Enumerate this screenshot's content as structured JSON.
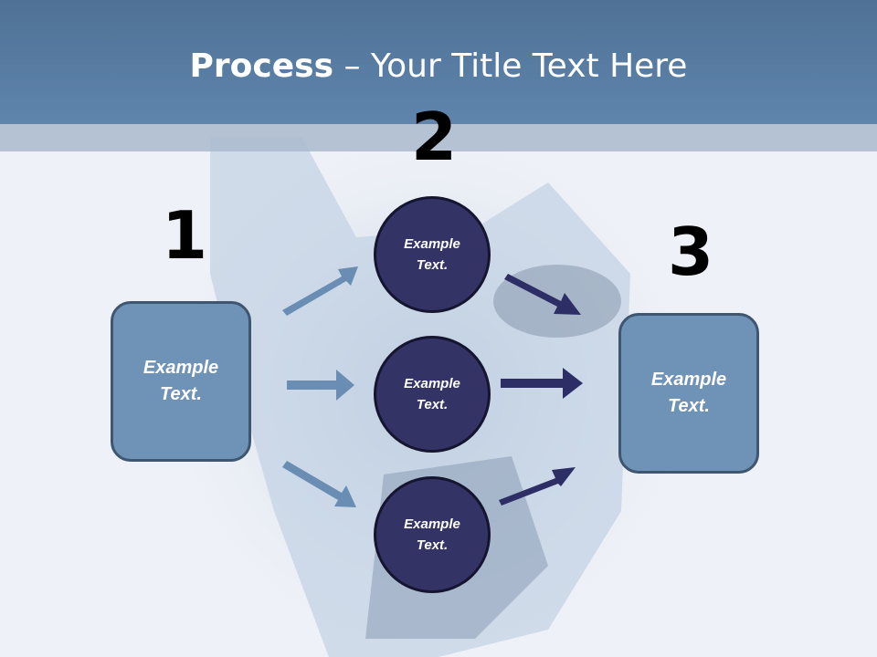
{
  "title": {
    "bold": "Process",
    "separator": "–",
    "rest": "Your Title Text Here"
  },
  "steps": [
    {
      "number": "1"
    },
    {
      "number": "2"
    },
    {
      "number": "3"
    }
  ],
  "left_box": {
    "line1": "Example",
    "line2": "Text."
  },
  "circles": [
    {
      "line1": "Example",
      "line2": "Text."
    },
    {
      "line1": "Example",
      "line2": "Text."
    },
    {
      "line1": "Example",
      "line2": "Text."
    }
  ],
  "right_box": {
    "line1": "Example",
    "line2": "Text."
  },
  "colors": {
    "header": "#5f85ad",
    "box_fill": "#6f93b6",
    "circle_fill": "#333366",
    "arrow_light": "#6a8db3",
    "arrow_dark": "#2e2e66"
  }
}
